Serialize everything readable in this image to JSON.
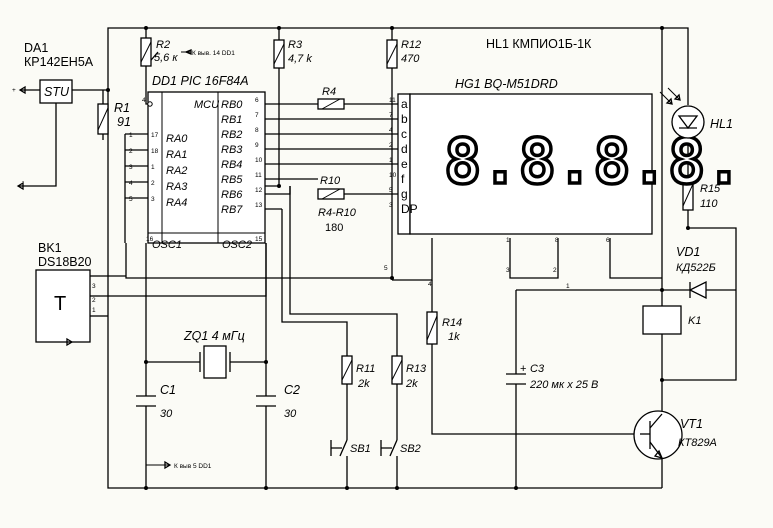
{
  "components": {
    "da1": {
      "ref": "DA1",
      "part": "КР142ЕН5А",
      "body": "STU"
    },
    "dd1": {
      "title": "DD1 PIC 16F84A",
      "core": "MCU",
      "ra_pins": [
        "RA0",
        "RA1",
        "RA2",
        "RA3",
        "RA4"
      ],
      "rb_pins": [
        "RB0",
        "RB1",
        "RB2",
        "RB3",
        "RB4",
        "RB5",
        "RB6",
        "RB7"
      ],
      "osc1": "OSC1",
      "osc2": "OSC2"
    },
    "r1": {
      "ref": "R1",
      "value": "91"
    },
    "r2": {
      "ref": "R2",
      "value": "5,6 к"
    },
    "r3": {
      "ref": "R3",
      "value": "4,7 k"
    },
    "r4": {
      "ref": "R4"
    },
    "r10": {
      "ref": "R10"
    },
    "r4_r10": {
      "ref": "R4-R10",
      "value": "180"
    },
    "r11": {
      "ref": "R11",
      "value": "2k"
    },
    "r12": {
      "ref": "R12",
      "value": "470"
    },
    "r13": {
      "ref": "R13",
      "value": "2k"
    },
    "r14": {
      "ref": "R14",
      "value": "1k"
    },
    "r15": {
      "ref": "R15",
      "value": "110"
    },
    "hl1_title": "HL1 КМПИО1Б-1К",
    "hl1": {
      "ref": "HL1"
    },
    "hg1": {
      "title": "HG1 BQ-M51DRD",
      "segments": [
        "a",
        "b",
        "c",
        "d",
        "e",
        "f",
        "g",
        "DP"
      ],
      "digits": "8.8.8.8."
    },
    "bk1": {
      "ref": "BK1",
      "part": "DS18B20",
      "symbol": "T"
    },
    "zq1": {
      "label": "ZQ1  4 мГц"
    },
    "c1": {
      "ref": "C1",
      "value": "30"
    },
    "c2": {
      "ref": "C2",
      "value": "30"
    },
    "c3": {
      "ref": "C3",
      "value": "220 мк х 25 В"
    },
    "vd1": {
      "ref": "VD1",
      "part": "КД522Б"
    },
    "k1": {
      "ref": "K1"
    },
    "vt1": {
      "ref": "VT1",
      "part": "КТ829А"
    },
    "sb1": {
      "ref": "SB1"
    },
    "sb2": {
      "ref": "SB2"
    }
  },
  "notes": {
    "pin14": "К выв. 14 DD1",
    "pin5": "К выв 5 DD1"
  },
  "pins": {
    "ra_left": [
      "17",
      "18",
      "1",
      "2",
      "3"
    ],
    "ra_right": [
      "1",
      "2",
      "3",
      "4",
      "5"
    ],
    "rb_nums": [
      "6",
      "7",
      "8",
      "9",
      "10",
      "11",
      "12",
      "13"
    ],
    "seg_nums": [
      "11",
      "7",
      "4",
      "2",
      "1",
      "10",
      "5",
      "3"
    ],
    "osc1": "16",
    "osc2": "15",
    "mclr": "4",
    "dd1_5": "5",
    "hg_4": "4",
    "hg_bottom": [
      "1",
      "6",
      "8",
      "3",
      "2"
    ],
    "hl1_1": "1",
    "bk1": [
      "1",
      "2",
      "3"
    ],
    "da1_out": "+",
    "da1_gnd": "-"
  }
}
